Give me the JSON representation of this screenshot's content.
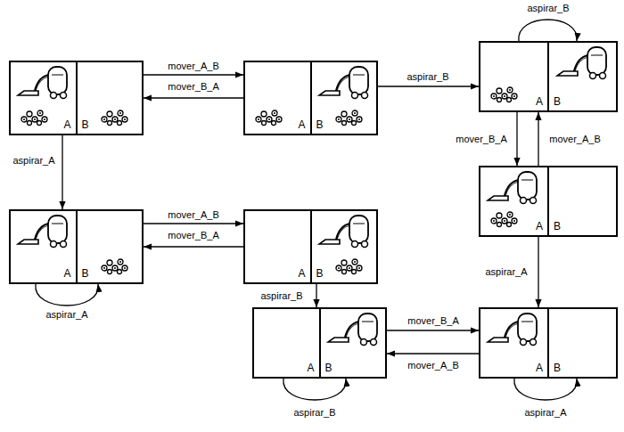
{
  "diagram": {
    "nodes": [
      {
        "text": [
          "A",
          "B"
        ]
      },
      {
        "text": [
          "A",
          "B"
        ]
      },
      {
        "text": [
          "A",
          "B"
        ]
      },
      {
        "text": [
          "A",
          "B"
        ]
      },
      {
        "text": [
          "A",
          "B"
        ]
      },
      {
        "text": [
          "A",
          "B"
        ]
      },
      {
        "text": [
          "A",
          "B"
        ]
      },
      {
        "text": [
          "A",
          "B"
        ]
      }
    ],
    "edges": [
      {
        "from": 0,
        "to": 1,
        "label": "mover_A_B",
        "arrow": "to"
      },
      {
        "from": 1,
        "to": 0,
        "label": "mover_B_A",
        "arrow": "to"
      },
      {
        "from": 0,
        "to": 4,
        "label": "aspirar_A",
        "arrow": "to"
      },
      {
        "from": 1,
        "to": 2,
        "label": "aspirar_B",
        "arrow": "to"
      },
      {
        "from": 2,
        "to": 2,
        "label": "aspirar_B",
        "arrow": "to"
      },
      {
        "from": 2,
        "to": 3,
        "label": "mover_B_A",
        "arrow": "to"
      },
      {
        "from": 3,
        "to": 2,
        "label": "mover_A_B",
        "arrow": "to"
      },
      {
        "from": 4,
        "to": 5,
        "label": "mover_A_B",
        "arrow": "to"
      },
      {
        "from": 5,
        "to": 4,
        "label": "mover_B_A",
        "arrow": "to"
      },
      {
        "from": 4,
        "to": 4,
        "label": "aspirar_A",
        "arrow": "to"
      },
      {
        "from": 5,
        "to": 6,
        "label": "aspirar_B",
        "arrow": "to"
      },
      {
        "from": 3,
        "to": 7,
        "label": "aspirar_A",
        "arrow": "to"
      },
      {
        "from": 6,
        "to": 7,
        "label": "mover_B_A",
        "arrow": "to"
      },
      {
        "from": 7,
        "to": 6,
        "label": "mover_A_B",
        "arrow": "to"
      },
      {
        "from": 6,
        "to": 6,
        "label": "aspirar_B",
        "arrow": "to"
      },
      {
        "from": 7,
        "to": 7,
        "label": "aspirar_A",
        "arrow": "to"
      }
    ]
  }
}
